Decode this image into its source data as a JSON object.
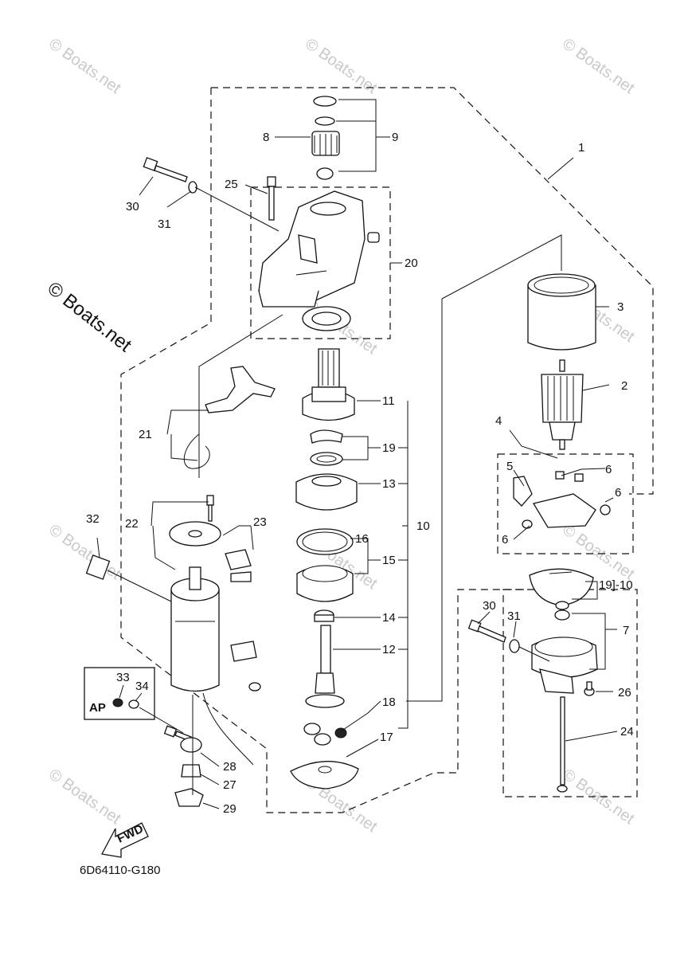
{
  "diagram": {
    "code": "6D64110-G180",
    "watermark": "© Boats.net",
    "ap_label": "AP",
    "fwd_label": "FWD",
    "part_labels": {
      "p1": "1",
      "p2": "2",
      "p3": "3",
      "p4": "4",
      "p5": "5",
      "p6a": "6",
      "p6b": "6",
      "p6c": "6",
      "p7": "7",
      "p8": "8",
      "p9": "9",
      "p10": "10",
      "p10b": "19]-10",
      "p11": "11",
      "p12": "12",
      "p13": "13",
      "p14": "14",
      "p15": "15",
      "p16": "16",
      "p17": "17",
      "p18": "18",
      "p19": "19",
      "p20": "20",
      "p21": "21",
      "p22": "22",
      "p23": "23",
      "p24": "24",
      "p25": "25",
      "p26": "26",
      "p27": "27",
      "p28": "28",
      "p29": "29",
      "p30a": "30",
      "p30b": "30",
      "p31a": "31",
      "p31b": "31",
      "p32": "32",
      "p33": "33",
      "p34": "34"
    }
  }
}
